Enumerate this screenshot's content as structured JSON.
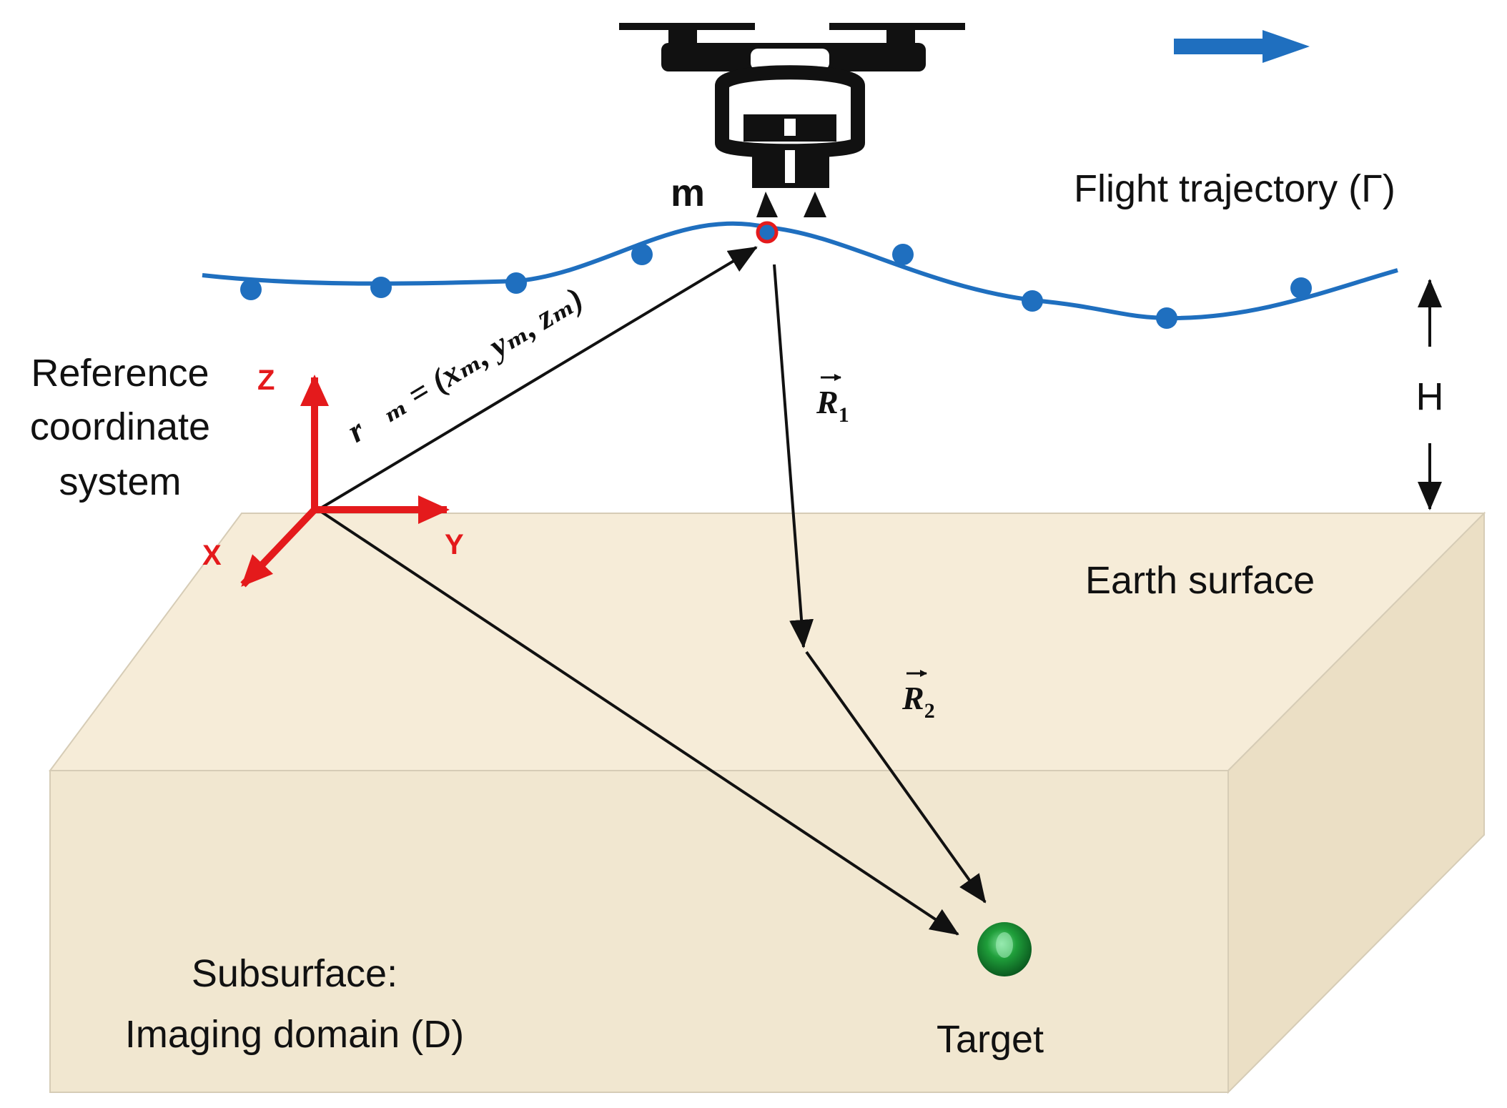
{
  "colors": {
    "earth_top": "#f6ecd8",
    "earth_front": "#f1e7d0",
    "earth_side": "#ebdfc5",
    "trajectory": "#1f6fbf",
    "axes": "#e41a1c",
    "target": "#1f9e3a",
    "arrow": "#111111"
  },
  "labels": {
    "sensor_position": "m",
    "flight_trajectory": "Flight trajectory (Γ)",
    "reference_line1": "Reference",
    "reference_line2": "coordinate",
    "reference_line3": "system",
    "axis_z": "Z",
    "axis_x": "X",
    "axis_y": "Y",
    "height": "H",
    "earth_surface": "Earth surface",
    "subsurface_line1": "Subsurface:",
    "subsurface_line2": "Imaging domain (D)",
    "target": "Target"
  },
  "vectors": {
    "position_vector": "r⃗ₘ = (xₘ, yₘ, zₘ)",
    "r1_symbol": "R",
    "r1_index": "1",
    "r2_symbol": "R",
    "r2_index": "2"
  },
  "icons": {
    "drone": "drone-icon",
    "direction": "arrow-right-icon",
    "target": "sphere-icon"
  }
}
